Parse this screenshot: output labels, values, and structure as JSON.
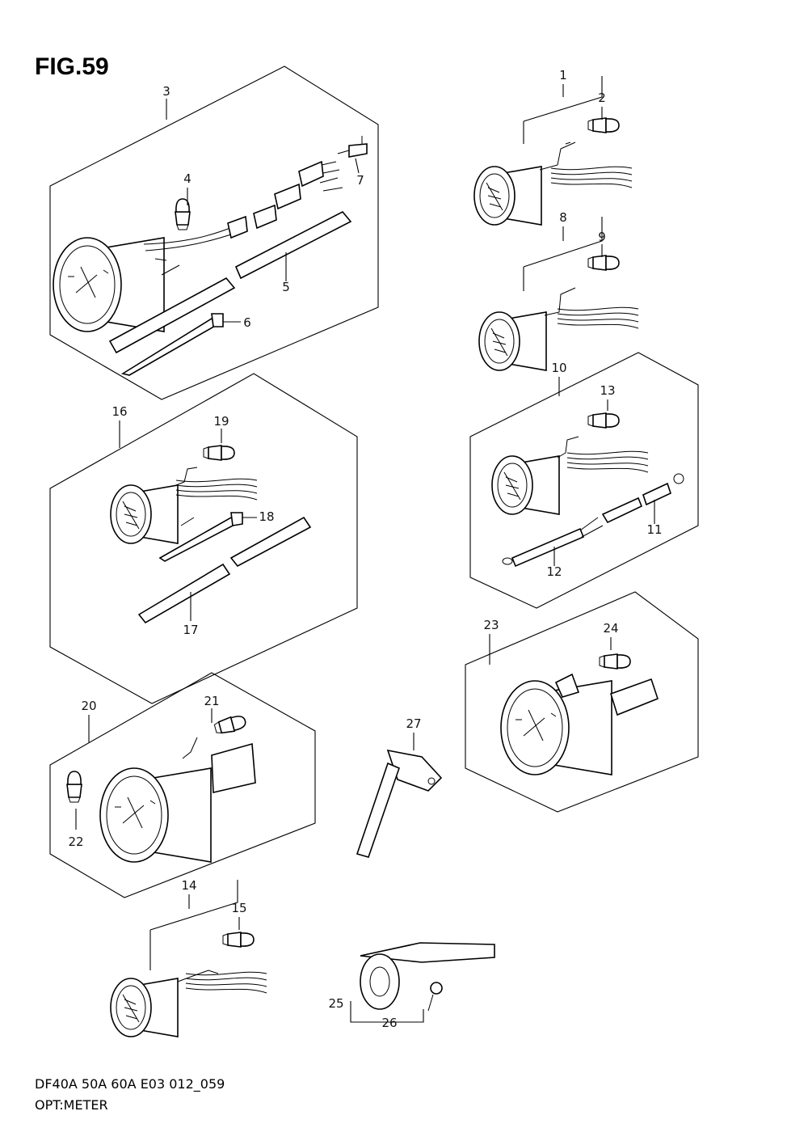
{
  "figure_title": "FIG.59",
  "footer": {
    "line1": "DF40A 50A 60A E03 012_059",
    "line2": "OPT:METER"
  },
  "part_numbers": [
    "1",
    "2",
    "3",
    "4",
    "5",
    "6",
    "7",
    "8",
    "9",
    "10",
    "11",
    "12",
    "13",
    "14",
    "15",
    "16",
    "17",
    "18",
    "19",
    "20",
    "21",
    "22",
    "23",
    "24",
    "25",
    "26",
    "27"
  ]
}
